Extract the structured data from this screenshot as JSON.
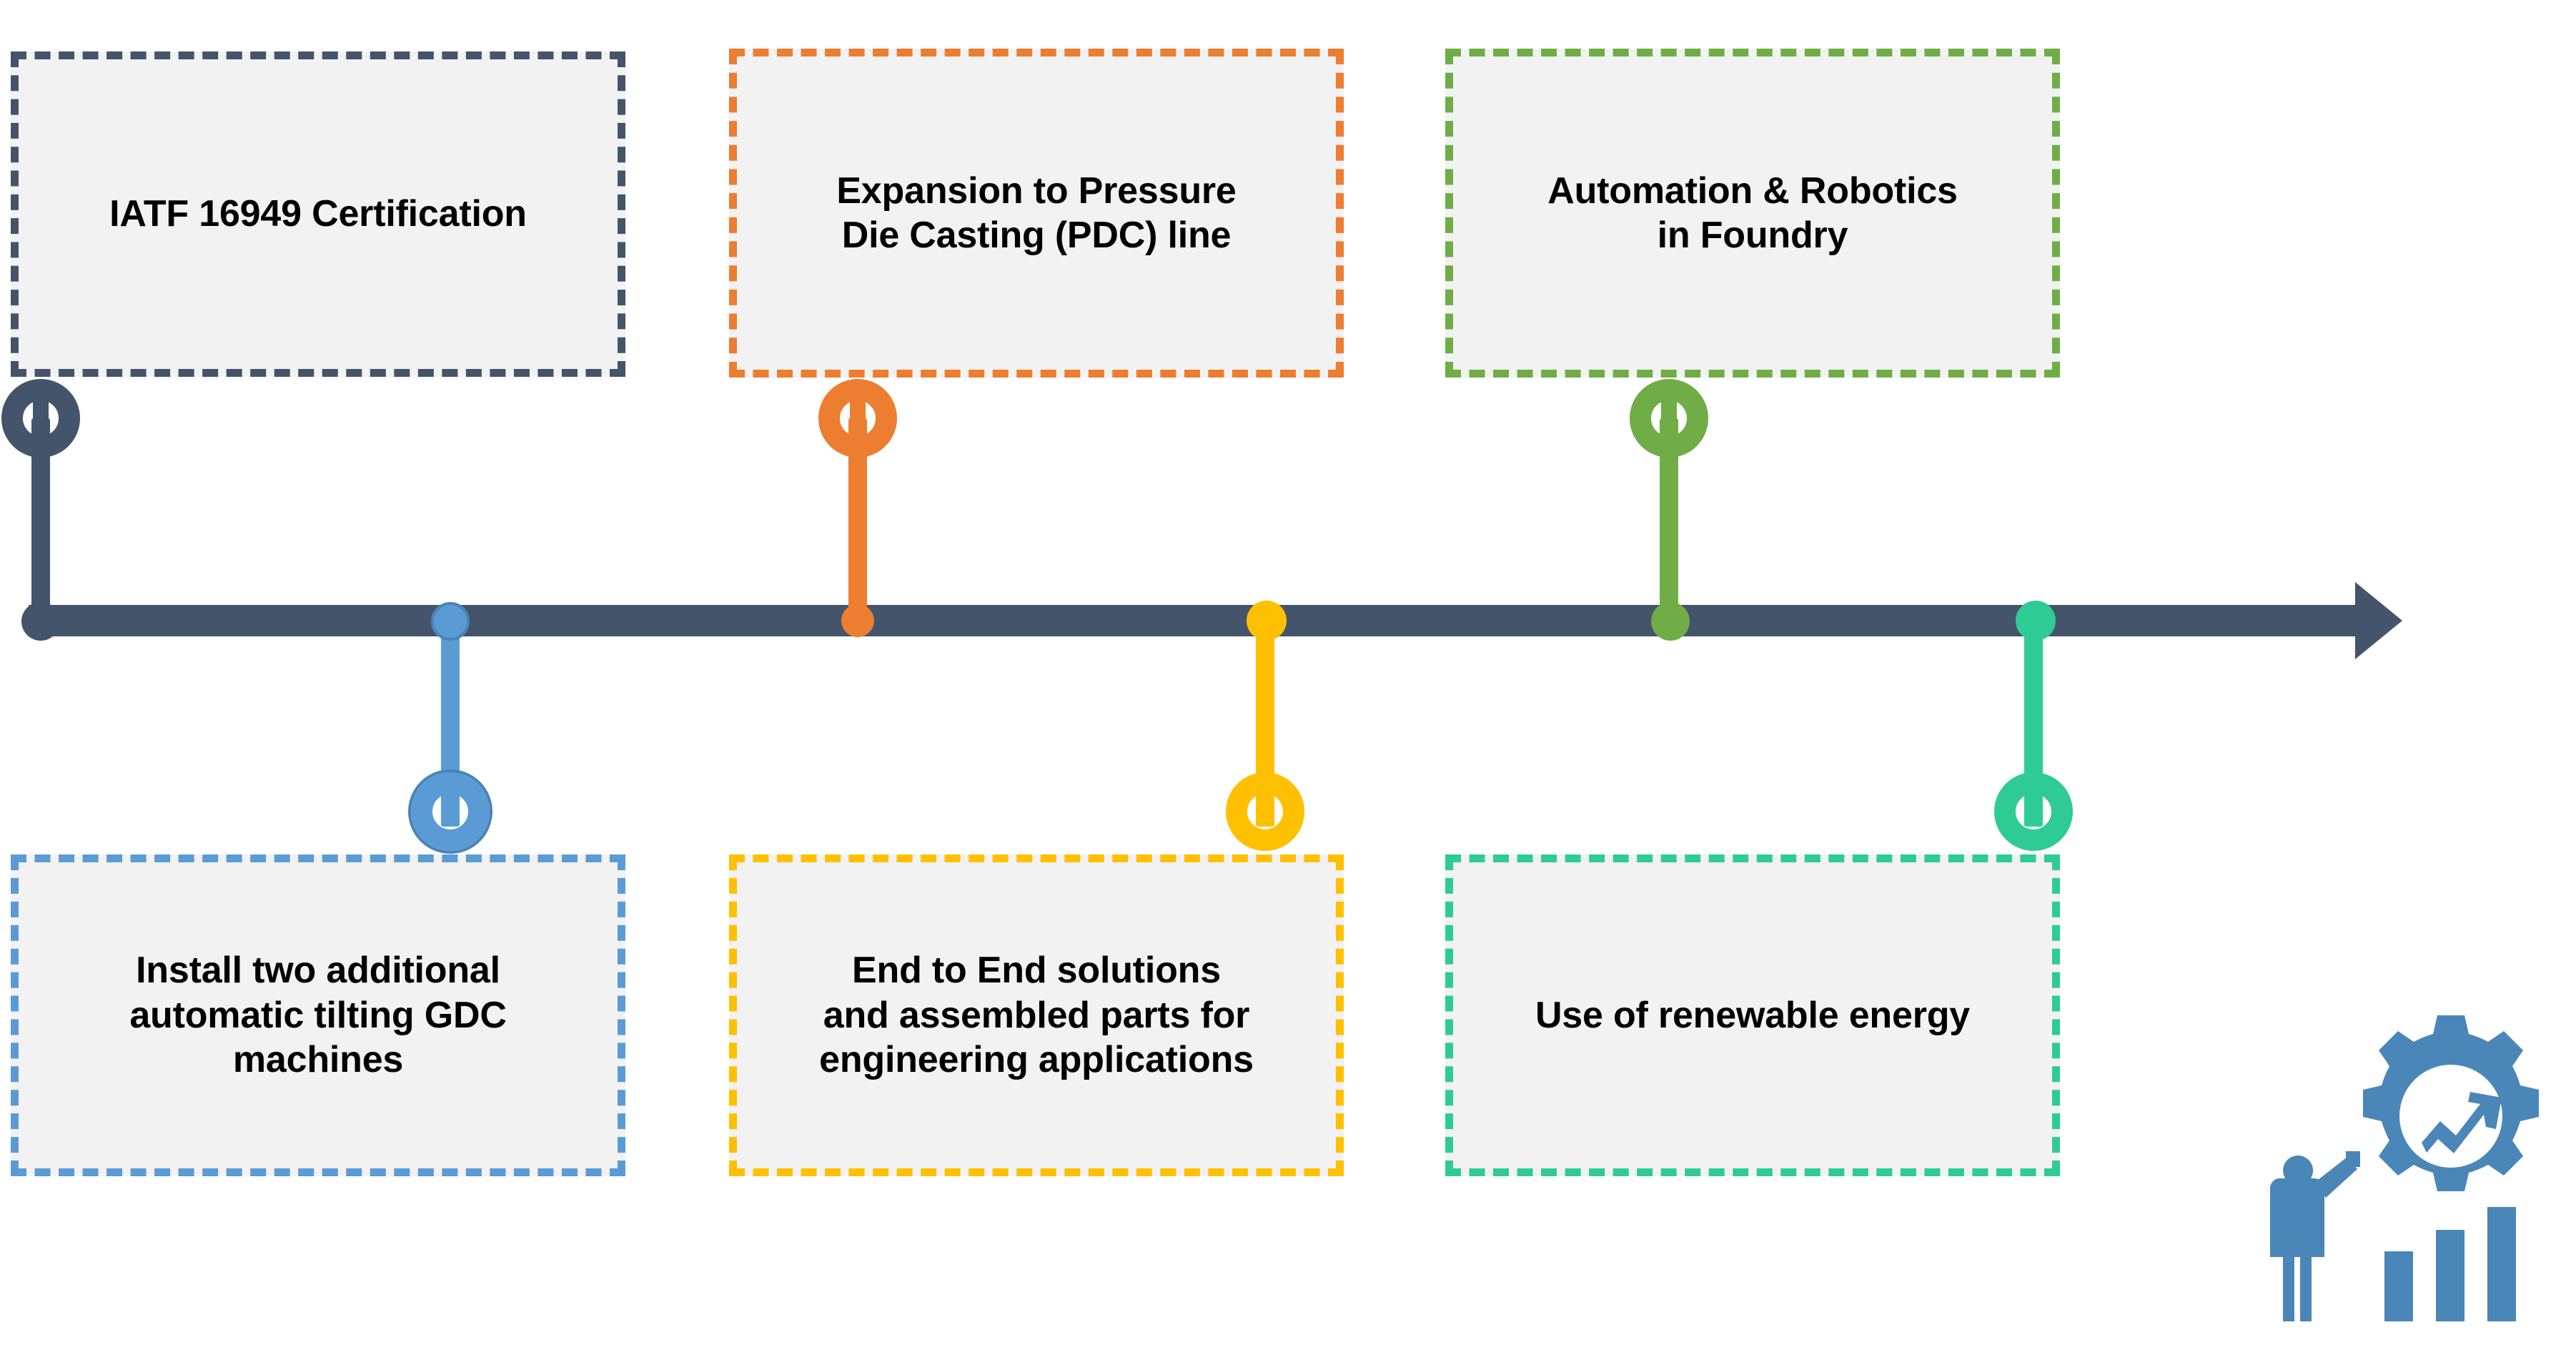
{
  "diagram": {
    "type": "timeline-roadmap",
    "background_color": "#FFFFFF",
    "axis": {
      "color": "#44546A",
      "direction": "left-to-right",
      "has_arrowhead": true
    },
    "box_fill_color": "#F2F2F2",
    "text_color": "#000000"
  },
  "milestones": [
    {
      "id": "milestone-1",
      "label": "IATF 16949 Certification",
      "color": "#44546A",
      "color_name": "dark-slate-blue",
      "position": "above",
      "order": 1
    },
    {
      "id": "milestone-2",
      "label": "Install two additional\nautomatic tilting GDC\nmachines",
      "color": "#5B9BD5",
      "color_name": "blue",
      "position": "below",
      "order": 2
    },
    {
      "id": "milestone-3",
      "label": "Expansion to Pressure\nDie Casting (PDC) line",
      "color": "#ED7D31",
      "color_name": "orange",
      "position": "above",
      "order": 3
    },
    {
      "id": "milestone-4",
      "label": "End to End solutions\nand assembled parts for\nengineering applications",
      "color": "#FFC000",
      "color_name": "yellow",
      "position": "below",
      "order": 4
    },
    {
      "id": "milestone-5",
      "label": "Automation & Robotics\nin Foundry",
      "color": "#70AD47",
      "color_name": "green",
      "position": "above",
      "order": 5
    },
    {
      "id": "milestone-6",
      "label": "Use of renewable energy",
      "color": "#2ECC94",
      "color_name": "teal-green",
      "position": "below",
      "order": 6
    }
  ],
  "illustration": {
    "name": "business-growth-gear-icon",
    "color": "#4A86B8",
    "elements": [
      "gear",
      "trend-up-arrow",
      "person-pointing",
      "bar-chart"
    ]
  }
}
